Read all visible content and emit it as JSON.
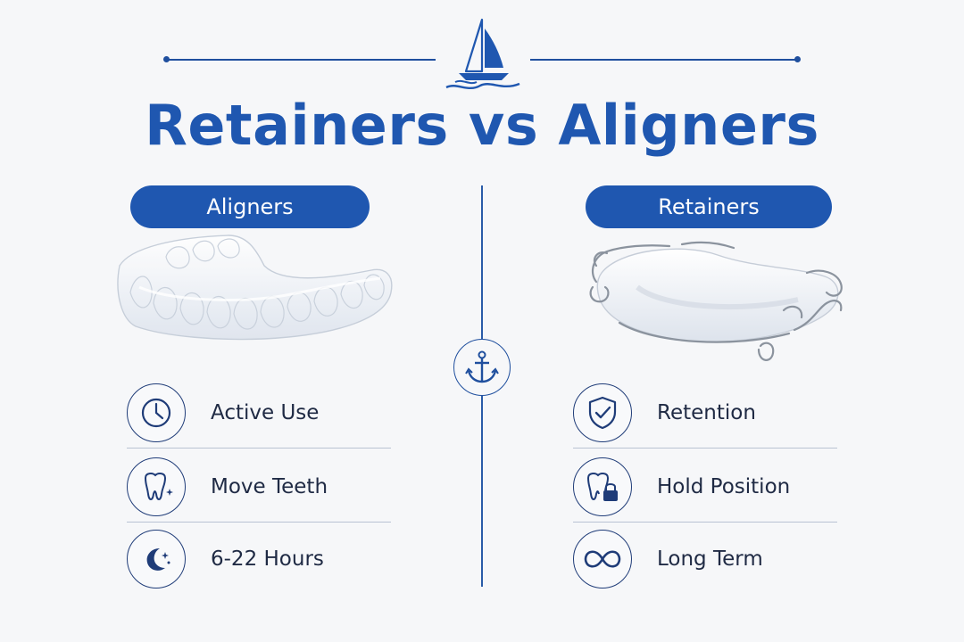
{
  "title": "Retainers vs Aligners",
  "brand": {
    "logo_icon": "sailboat-icon",
    "accent": "#1f57b0"
  },
  "center": {
    "icon": "anchor-icon"
  },
  "left_column": {
    "heading": "Aligners",
    "image": "clear-aligner-tray",
    "features": [
      {
        "icon": "clock-icon",
        "label": "Active Use"
      },
      {
        "icon": "tooth-sparkle-icon",
        "label": "Move Teeth"
      },
      {
        "icon": "moon-stars-icon",
        "label": "6-22 Hours"
      }
    ]
  },
  "right_column": {
    "heading": "Retainers",
    "image": "hawley-retainer",
    "features": [
      {
        "icon": "shield-check-icon",
        "label": "Retention"
      },
      {
        "icon": "tooth-lock-icon",
        "label": "Hold Position"
      },
      {
        "icon": "infinity-icon",
        "label": "Long Term"
      }
    ]
  }
}
